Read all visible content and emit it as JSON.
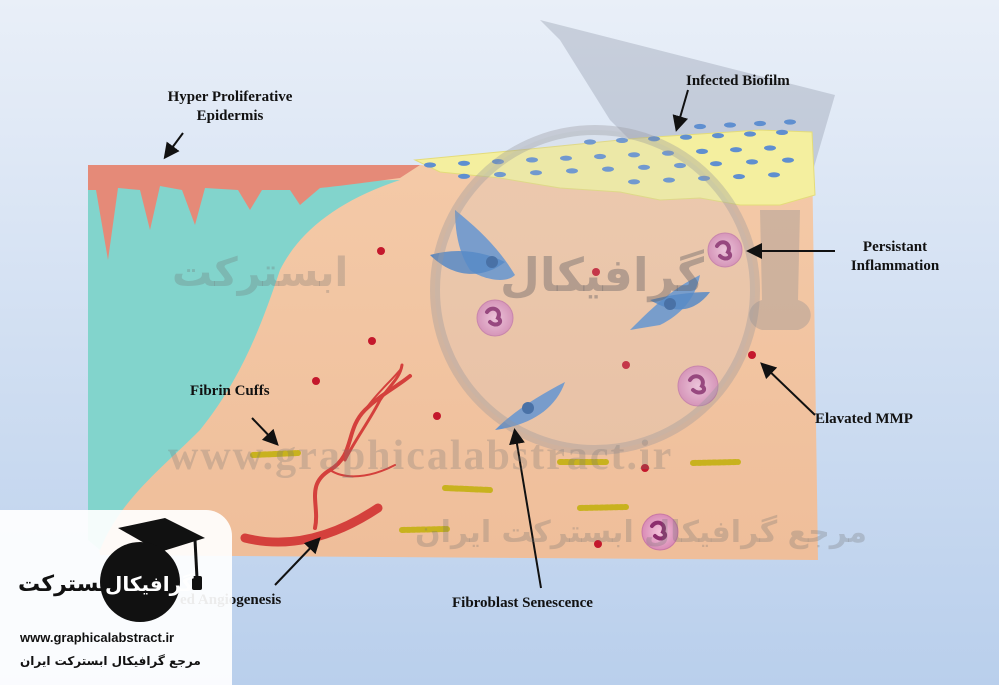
{
  "labels": {
    "hyper_line1": "Hyper Proliferative",
    "hyper_line2": "Epidermis",
    "biofilm": "Infected Biofilm",
    "persistant_line1": "Persistant",
    "persistant_line2": "Inflammation",
    "fibrin": "Fibrin Cuffs",
    "mmp": "Elavated MMP",
    "fibroblast": "Fibroblast Senescence",
    "angiogenesis_partial": "ed Angiogenesis"
  },
  "watermark": {
    "url": "www.graphicalabstract.ir",
    "fa_left": "ابسترکت",
    "fa_center": "گرافیکال",
    "fa_bottom": "مرجع گرافیکال ابسترکت ایران"
  },
  "logo": {
    "title_left": "ابسترکت",
    "title_right": "گرافیکال",
    "url": "www.graphicalabstract.ir",
    "subtitle": "مرجع گرافیکال ابسترکت ایران"
  },
  "colors": {
    "background_top": "#e9eff8",
    "background_bottom": "#b9cfec",
    "dermis": "#f3c6a3",
    "epidermis": "#e58a78",
    "teal_layer": "#7fd3cb",
    "biofilm": "#f4ef9f",
    "bacteria": "#5f8fd0",
    "fibroblast": "#4a86cf",
    "inflammatory_cell": "#e9a3c6",
    "red_dot": "#c4182c",
    "fibrin": "#c8b21e",
    "vessel": "#d4403c"
  }
}
